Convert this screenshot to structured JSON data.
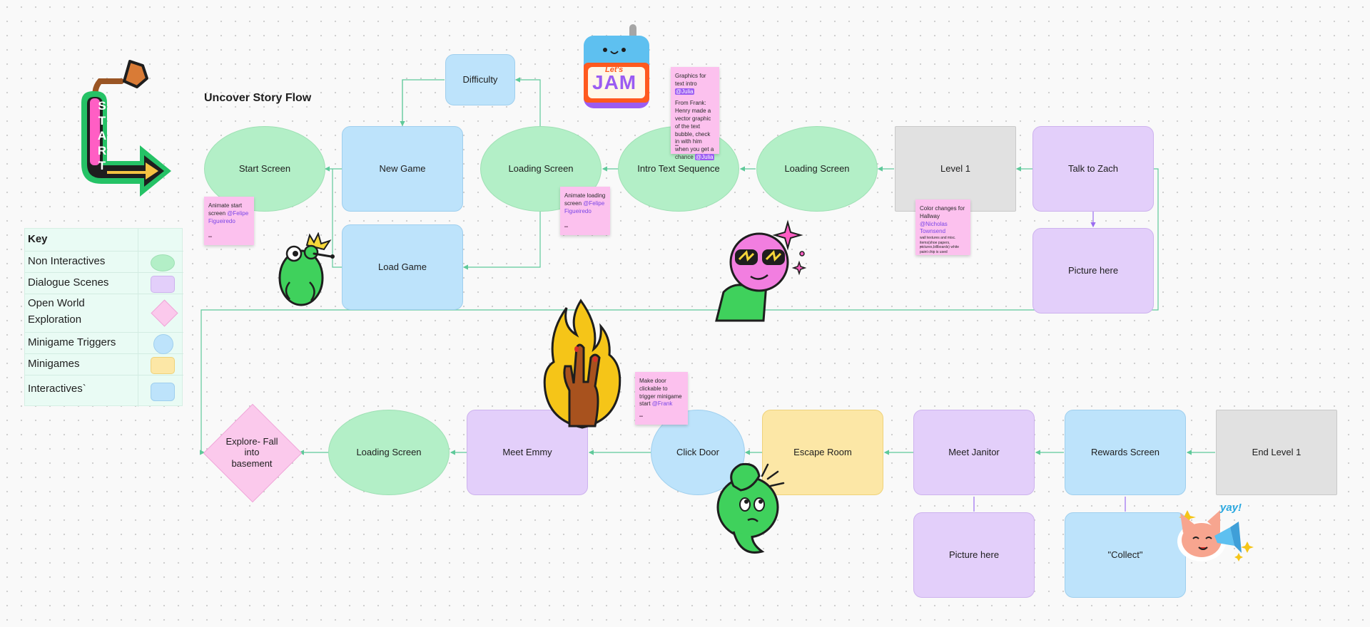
{
  "diagram": {
    "title": "Uncover Story Flow",
    "nodes": {
      "start_screen": "Start Screen",
      "new_game": "New Game",
      "load_game": "Load Game",
      "difficulty": "Difficulty",
      "loading_screen_1": "Loading Screen",
      "intro_text": "Intro Text Sequence",
      "loading_screen_2": "Loading Screen",
      "level_1": "Level 1",
      "talk_zach": "Talk to Zach",
      "picture_1": "Picture here",
      "explore_fall": "Explore- Fall into basement",
      "loading_screen_3": "Loading Screen",
      "meet_emmy": "Meet Emmy",
      "click_door": "Click Door",
      "escape_room": "Escape Room",
      "meet_janitor": "Meet Janitor",
      "picture_2": "Picture here",
      "rewards_screen": "Rewards Screen",
      "collect": "\"Collect\"",
      "end_level": "End Level 1"
    },
    "stickies": {
      "animate_start": {
        "text": "Animate start screen",
        "mention": "@Felipe Figueiredo"
      },
      "animate_loading": {
        "text": "Animate loading screen",
        "mention": "@Felipe Figueiredo"
      },
      "graphics_intro": {
        "line1": "Graphics for text intro",
        "mention1": "@Julia",
        "line2": "From Frank: Henry made a vector graphic of the text bubble, check in with him when you get a chance",
        "mention2": "@Julia"
      },
      "color_changes": {
        "text": "Color changes for Hallway",
        "mention": "@Nicholas Townsend",
        "small": "wall textures and misc. items(shoe papers, pictures,billboards) white paint chip is used"
      },
      "make_door": {
        "text": "Make door clickable to trigger minigame start",
        "mention": "@Frank"
      }
    }
  },
  "key": {
    "title": "Key",
    "items": [
      {
        "label": "Non Interactives",
        "color": "#b3efc7",
        "shape": "ellipse"
      },
      {
        "label": "Dialogue Scenes",
        "color": "#e3cffa",
        "shape": "rounded-rect"
      },
      {
        "label": "Open World Exploration",
        "color": "#fbc9ec",
        "shape": "diamond"
      },
      {
        "label": "Minigame Triggers",
        "color": "#bde3fb",
        "shape": "circle"
      },
      {
        "label": "Minigames",
        "color": "#fce7a6",
        "shape": "rounded-rect"
      },
      {
        "label": "Interactives`",
        "color": "#bde3fb",
        "shape": "rounded-rect"
      }
    ]
  },
  "stickers": {
    "start_sign": [
      "S",
      "T",
      "A",
      "R",
      "T"
    ],
    "jam_top": "Let's",
    "jam_main": "JAM",
    "yay": "yay!"
  },
  "colors": {
    "connector": "#5fc99a",
    "connector_purple": "#9b6cf0",
    "sticky": "#fcc1ee"
  }
}
